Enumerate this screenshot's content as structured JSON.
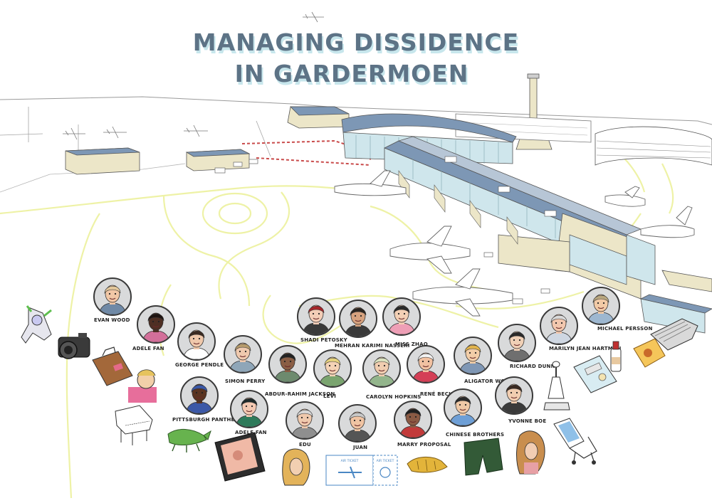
{
  "title": {
    "line1": "MANAGING DISSIDENCE",
    "line2": "IN GARDERMOEN"
  },
  "colors": {
    "title": "#5d7386",
    "title_shadow": "#c7e6ec",
    "roof": "#7d97b5",
    "wall": "#ece6c8",
    "glass": "#cfe6ec",
    "taxiway": "#eef2a6",
    "portrait_bg": "#d9dadb"
  },
  "people": [
    {
      "name": "EVAN WOOD",
      "skin": "#f1c7a6",
      "hair": "#e3c79b",
      "shirt": "#6f89a6"
    },
    {
      "name": "ADELE FAN",
      "skin": "#4e2f23",
      "hair": "#1e1411",
      "shirt": "#d36f9a"
    },
    {
      "name": "GEORGE PENDLE",
      "skin": "#efc8ab",
      "hair": "#3b2a21",
      "shirt": "#ffffff"
    },
    {
      "name": "SIMON PERRY",
      "skin": "#efc9ae",
      "hair": "#b59a6b",
      "shirt": "#8fa6b8"
    },
    {
      "name": "ABDUR-RAHIM JACKSON",
      "skin": "#8a5e45",
      "hair": "#222222",
      "shirt": "#6d8a6e"
    },
    {
      "name": "LEVI",
      "skin": "#f4d2b5",
      "hair": "#e6d37e",
      "shirt": "#7aa46f"
    },
    {
      "name": "CAROLYN HOPKINS",
      "skin": "#f0cdb0",
      "hair": "#dce3c0",
      "shirt": "#93b58c"
    },
    {
      "name": "RENÉ BECKER",
      "skin": "#f1c1a1",
      "hair": "#f2f2f2",
      "shirt": "#d43f56"
    },
    {
      "name": "ALIGATOR WOMAN",
      "skin": "#f2cda7",
      "hair": "#e2b44d",
      "shirt": "#7f97b5"
    },
    {
      "name": "RICHARD DUNN",
      "skin": "#f0d0b6",
      "hair": "#2a2a2a",
      "shirt": "#6f6f6f"
    },
    {
      "name": "MARILYN JEAN HARTMAN",
      "skin": "#f2c7ae",
      "hair": "#d9d9d9",
      "shirt": "#cfd7e2"
    },
    {
      "name": "MICHAEL PERSSON",
      "skin": "#f2caa6",
      "hair": "#b9a77f",
      "shirt": "#9db7d0"
    },
    {
      "name": "SHADI PETOSKY",
      "skin": "#f3cdb7",
      "hair": "#a5262a",
      "shirt": "#3a3a3a"
    },
    {
      "name": "MEHRAN KARIMI NASSERI",
      "skin": "#d6a27e",
      "hair": "#2a2520",
      "shirt": "#3a3a3a"
    },
    {
      "name": "MISS ZHAO",
      "skin": "#f3d0b5",
      "hair": "#2b2b2b",
      "shirt": "#ee9fb6"
    },
    {
      "name": "PITTSBURGH PANTHERS",
      "skin": "#5a3421",
      "hair": "#3b58a7",
      "shirt": "#3b58a7"
    },
    {
      "name": "ADELE FAN",
      "skin": "#f3c9b2",
      "hair": "#1e2a2a",
      "shirt": "#2e7a5a"
    },
    {
      "name": "EDU",
      "skin": "#efc9ad",
      "hair": "#d6d6d6",
      "shirt": "#8f8f8f"
    },
    {
      "name": "JUAN",
      "skin": "#f0c4a3",
      "hair": "#c8c8c8",
      "shirt": "#555555"
    },
    {
      "name": "MARRY PROPOSAL",
      "skin": "#8a5a44",
      "hair": "#1f1f1f",
      "shirt": "#c23a3a"
    },
    {
      "name": "CHINESE BROTHERS",
      "skin": "#efc8a6",
      "hair": "#2a2a2a",
      "shirt": "#6e9fd6"
    },
    {
      "name": "YVONNE BOE",
      "skin": "#f1cdb0",
      "hair": "#3a2a22",
      "shirt": "#3a3a3a"
    }
  ],
  "boarding_pass": {
    "main_header": "AIR TICKET",
    "stub_header": "AIR TICKET"
  }
}
